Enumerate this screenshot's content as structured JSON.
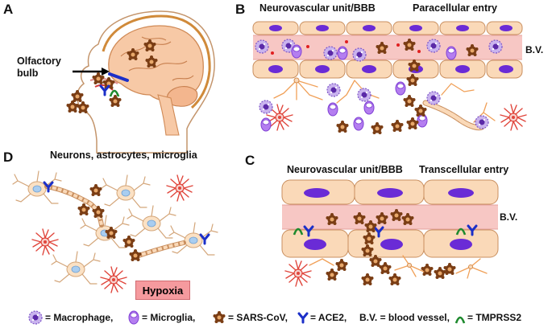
{
  "panels": {
    "A": {
      "letter": "A",
      "olfactory_bulb": "Olfactory\nbulb"
    },
    "B": {
      "letter": "B",
      "title_left": "Neurovascular unit/BBB",
      "title_right": "Paracellular entry",
      "bv": "B.V."
    },
    "C": {
      "letter": "C",
      "title_left": "Neurovascular unit/BBB",
      "title_right": "Transcellular entry",
      "bv": "B.V."
    },
    "D": {
      "letter": "D",
      "title": "Neurons, astrocytes, microglia",
      "hypoxia": "Hypoxia"
    }
  },
  "legend": {
    "macrophage": "= Macrophage,",
    "microglia": "= Microglia,",
    "sars": "= SARS-CoV,",
    "ace2": "= ACE2,",
    "bv_def": "B.V. = blood vessel,",
    "tmprss2": "= TMPRSS2"
  },
  "colors": {
    "vessel": "#f7c7c4",
    "cell": "#fad9b8",
    "cell_border": "#c98f5f",
    "nucleus": "#6a2bd6",
    "virus": "#7a3d14",
    "ace2": "#1b2fc8",
    "tmprss2": "#1e8a2e",
    "astro": "#e0463c",
    "neuron": "#f5cba0",
    "neuron_nucleus": "#a9cdf0"
  }
}
